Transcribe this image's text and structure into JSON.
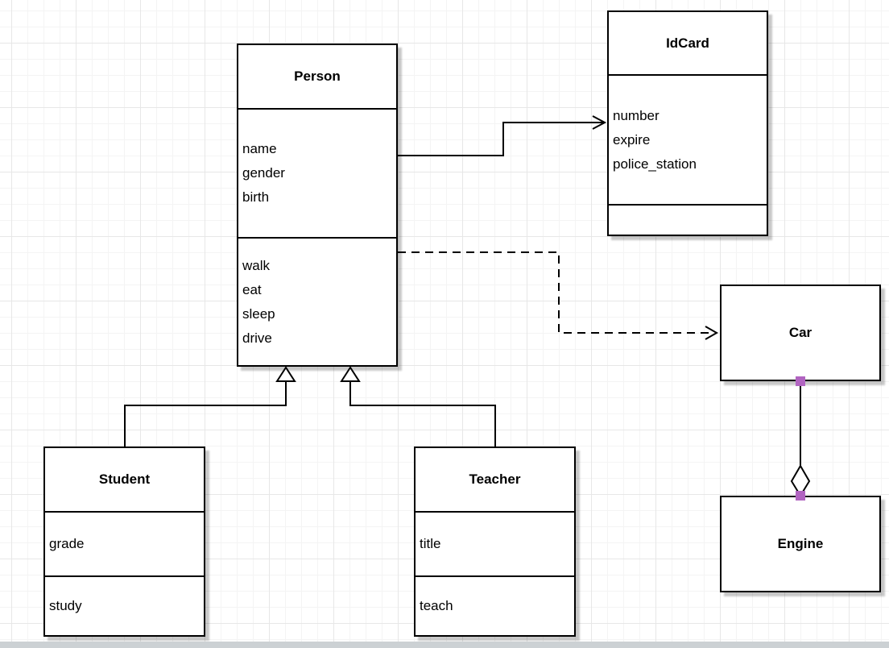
{
  "diagram": {
    "type": "uml-class-diagram",
    "classes": {
      "person": {
        "title": "Person",
        "attributes": [
          "name",
          "gender",
          "birth"
        ],
        "methods": [
          "walk",
          "eat",
          "sleep",
          "drive"
        ]
      },
      "idcard": {
        "title": "IdCard",
        "attributes": [
          "number",
          "expire",
          "police_station"
        ],
        "methods": []
      },
      "car": {
        "title": "Car"
      },
      "engine": {
        "title": "Engine"
      },
      "student": {
        "title": "Student",
        "attributes": [
          "grade"
        ],
        "methods": [
          "study"
        ]
      },
      "teacher": {
        "title": "Teacher",
        "attributes": [
          "title"
        ],
        "methods": [
          "teach"
        ]
      }
    },
    "relationships": [
      {
        "from": "Person",
        "to": "IdCard",
        "type": "association",
        "line": "solid",
        "arrow": "open"
      },
      {
        "from": "Person",
        "to": "Car",
        "type": "dependency",
        "line": "dashed",
        "arrow": "open"
      },
      {
        "from": "Student",
        "to": "Person",
        "type": "generalization",
        "line": "solid",
        "arrow": "hollow-triangle"
      },
      {
        "from": "Teacher",
        "to": "Person",
        "type": "generalization",
        "line": "solid",
        "arrow": "hollow-triangle"
      },
      {
        "from": "Car",
        "to": "Engine",
        "type": "aggregation",
        "line": "solid",
        "arrow": "hollow-diamond"
      }
    ],
    "colors": {
      "stroke": "#000000",
      "node_fill": "#ffffff",
      "connection_endpoint": "#b164c1",
      "grid_minor": "#f4f4f4",
      "grid_major": "#e7e7e7",
      "shadow": "#cfcfcf"
    }
  }
}
